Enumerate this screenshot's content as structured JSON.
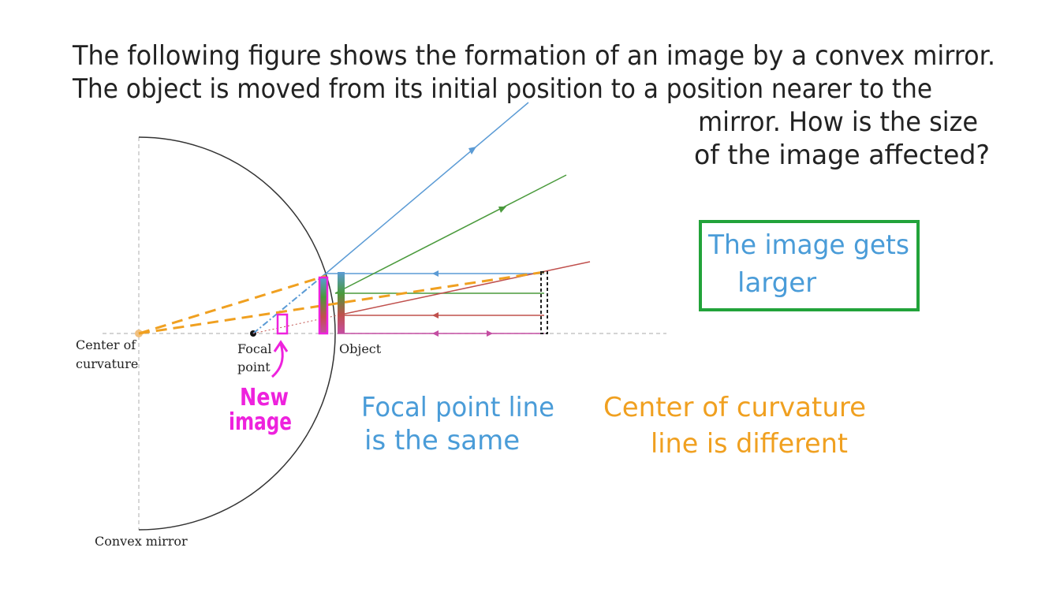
{
  "question": {
    "line1": "The following figure shows the formation of an image by a convex mirror.",
    "line2": "The object is moved from its initial position to a position nearer to the",
    "line3": "mirror. How is the size",
    "line4": "of the image affected?"
  },
  "diagram": {
    "center_label_1": "Center of",
    "center_label_2": "curvature",
    "focal_label_1": "Focal",
    "focal_label_2": "point",
    "object_label": "Object",
    "mirror_label": "Convex mirror"
  },
  "annotations": {
    "answer_line1": "The image gets",
    "answer_line2": "larger",
    "new_image_1": "New",
    "new_image_2": "image",
    "focal_note_1": "Focal point line",
    "focal_note_2": "is the same",
    "center_note_1": "Center of curvature",
    "center_note_2": "line is different"
  },
  "colors": {
    "ray_blue": "#5b9bd5",
    "ray_green": "#4a9a3c",
    "ray_red": "#c0504d",
    "ray_magenta": "#c44ea2",
    "dashed_orange": "#f0a020",
    "highlight_magenta": "#ee22dd",
    "answer_box_green": "#22a33a",
    "note_blue": "#4a9cd8",
    "note_orange": "#f0a020"
  }
}
